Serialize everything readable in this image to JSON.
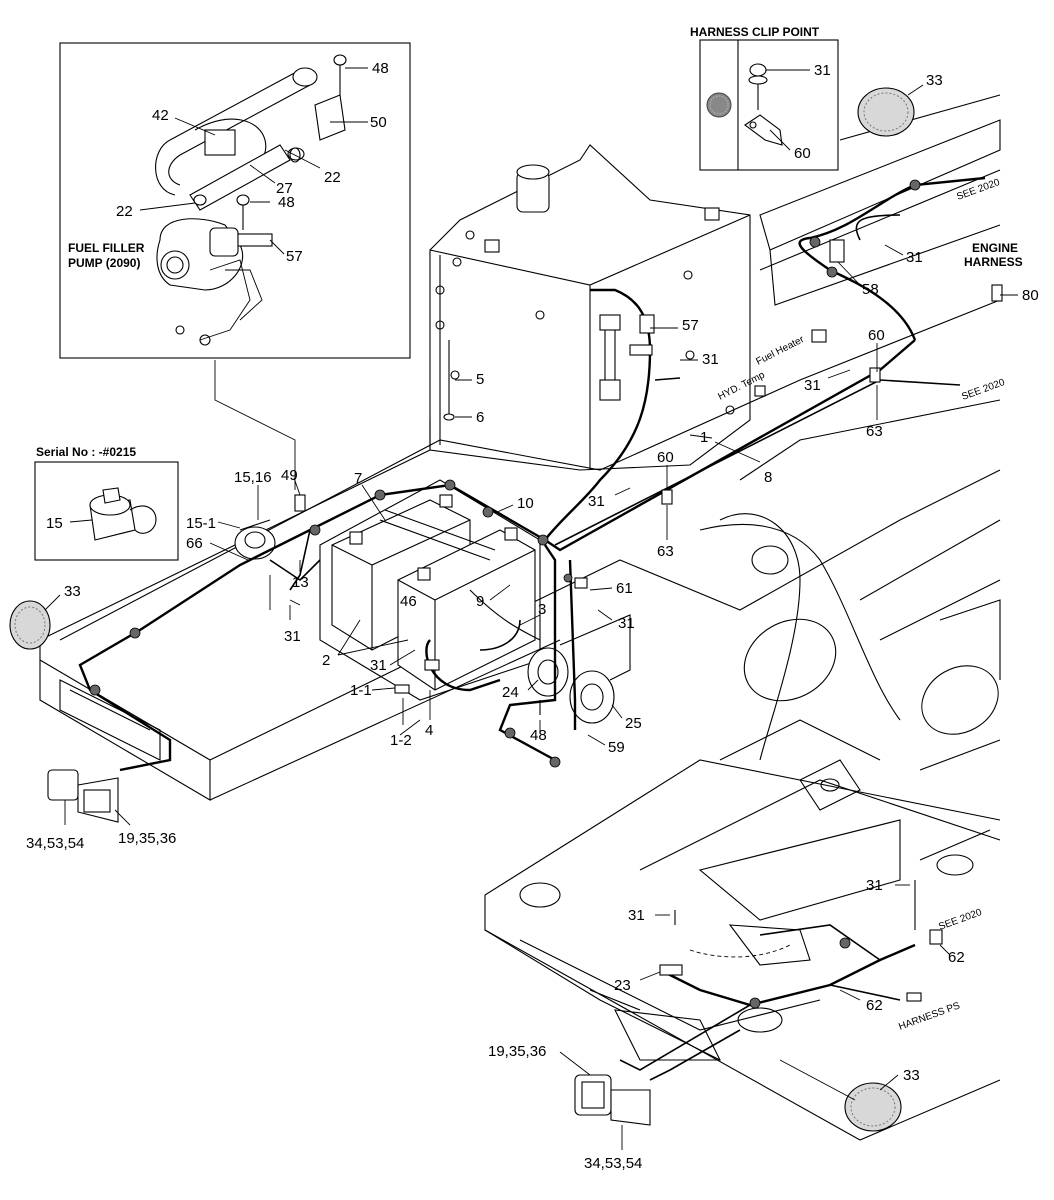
{
  "title_boxes": {
    "harness_clip_point": "HARNESS CLIP POINT",
    "serial_no": "Serial No : -#0215",
    "fuel_filler_pump": [
      "FUEL FILLER",
      "PUMP (2090)"
    ],
    "engine_harness": [
      "ENGINE",
      "HARNESS"
    ]
  },
  "notes": {
    "see_2020": "SEE 2020",
    "fuel_heater": "Fuel Heater",
    "hyd_temp": "HYD. Temp",
    "harness_ps": "HARNESS PS"
  },
  "callouts": {
    "c48a": "48",
    "c42": "42",
    "c50": "50",
    "c22a": "22",
    "c22b": "22",
    "c27": "27",
    "c48b": "48",
    "c57a": "57",
    "c31clip": "31",
    "c60clip": "60",
    "c33a": "33",
    "c80": "80",
    "c31a": "31",
    "c58": "58",
    "c60a": "60",
    "c31b": "31",
    "c63a": "63",
    "c57b": "57",
    "c31c": "31",
    "c5": "5",
    "c6": "6",
    "c1": "1",
    "c8": "8",
    "c60b": "60",
    "c31d": "31",
    "c63b": "63",
    "c15_16": "15,16",
    "c49": "49",
    "c10": "10",
    "c15": "15",
    "c15_1": "15-1",
    "c66": "66",
    "c7": "7",
    "c13": "13",
    "c33b": "33",
    "c31e": "31",
    "c9": "9",
    "c61": "61",
    "c46": "46",
    "c3": "3",
    "c31f": "31",
    "c2": "2",
    "c31g": "31",
    "c1_1": "1-1",
    "c4": "4",
    "c24": "24",
    "c25": "25",
    "c1_2": "1-2",
    "c48c": "48",
    "c59": "59",
    "c34a": "34,53,54",
    "c19a": "19,35,36",
    "c31h": "31",
    "c31i": "31",
    "c62a": "62",
    "c23": "23",
    "c62b": "62",
    "c19b": "19,35,36",
    "c33c": "33",
    "c34b": "34,53,54"
  }
}
